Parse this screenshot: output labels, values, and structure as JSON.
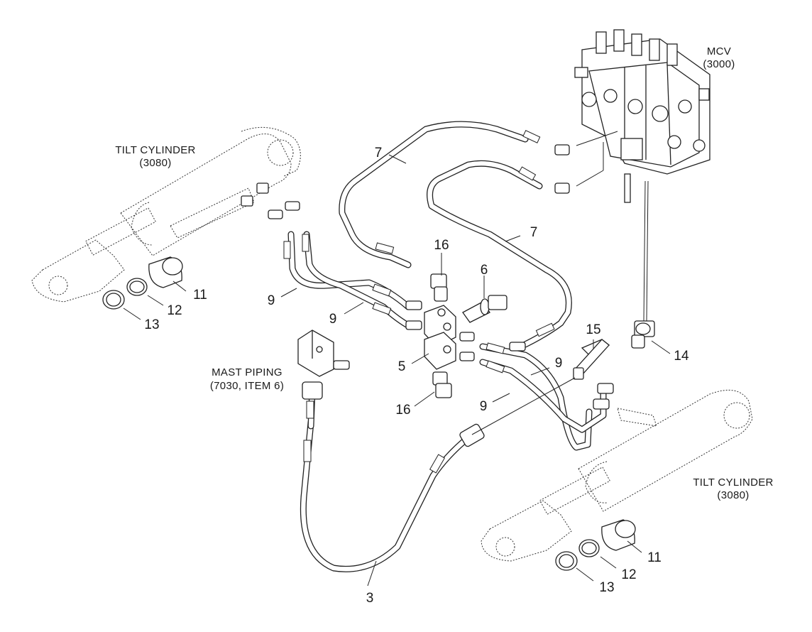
{
  "labels": {
    "mcv": "MCV",
    "mcv_ref": "(3000)",
    "tilt_left": "TILT CYLINDER",
    "tilt_left_ref": "(3080)",
    "tilt_right": "TILT CYLINDER",
    "tilt_right_ref": "(3080)",
    "mast": "MAST PIPING",
    "mast_ref": "(7030, ITEM 6)"
  },
  "callouts": {
    "c3": "3",
    "c5": "5",
    "c6": "6",
    "c7a": "7",
    "c7b": "7",
    "c9a": "9",
    "c9b": "9",
    "c9c": "9",
    "c9d": "9",
    "c11a": "11",
    "c11b": "11",
    "c12a": "12",
    "c12b": "12",
    "c13a": "13",
    "c13b": "13",
    "c14": "14",
    "c15": "15",
    "c16a": "16",
    "c16b": "16"
  }
}
